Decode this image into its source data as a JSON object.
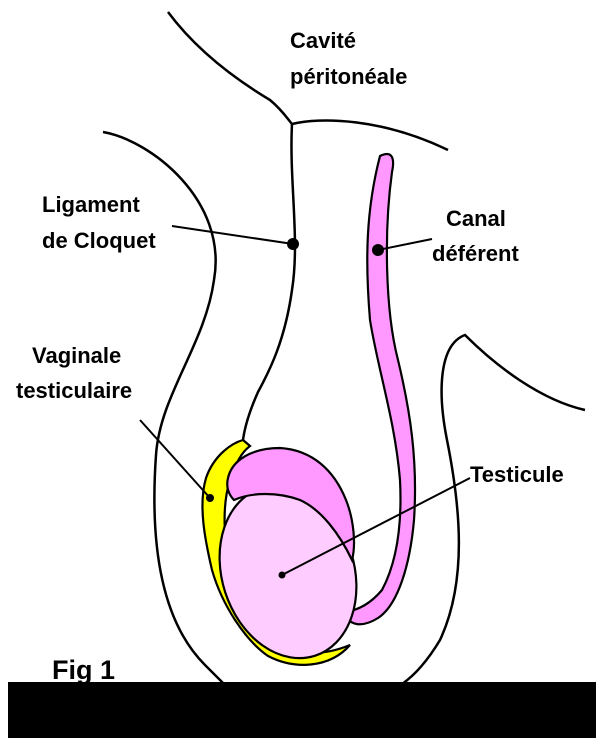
{
  "labels": {
    "cavite_line1": "Cavité",
    "cavite_line2": "péritonéale",
    "ligament_line1": "Ligament",
    "ligament_line2": "de Cloquet",
    "canal_line1": "Canal",
    "canal_line2": "déférent",
    "vaginale_line1": "Vaginale",
    "vaginale_line2": "testiculaire",
    "testicule": "Testicule"
  },
  "caption": "Fig 1",
  "colors": {
    "vaginale": "#ffff00",
    "testicule": "#ffccff",
    "epididyme": "#ff99ff",
    "canal": "#ff99ff",
    "outline": "#000000",
    "footer": "#000000"
  }
}
